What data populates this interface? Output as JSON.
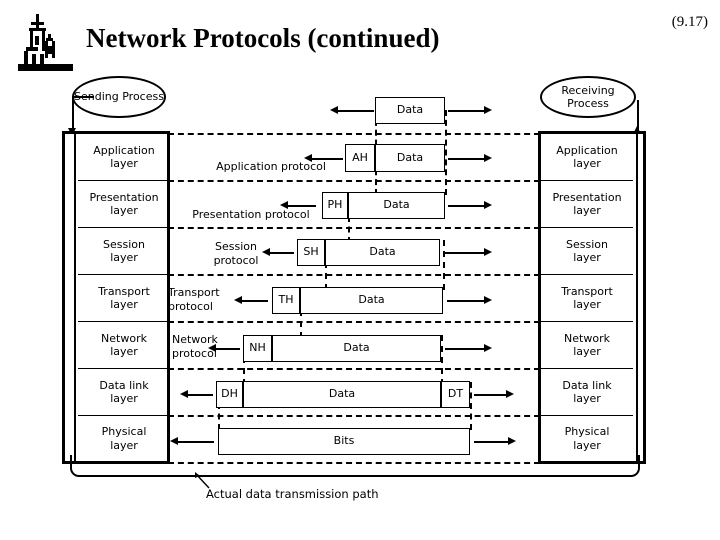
{
  "slide": {
    "title": "Network Protocols (continued)",
    "page_number": "(9.17)",
    "logo_icon": "church-building-logo-icon"
  },
  "diagram": {
    "sending_process": "Sending\nProcess",
    "receiving_process": "Receiving\nProcess",
    "path_caption": "Actual data transmission path",
    "left_stack_label": "sending-host-osi-stack",
    "right_stack_label": "receiving-host-osi-stack",
    "layers": [
      "Application\nlayer",
      "Presentation\nlayer",
      "Session\nlayer",
      "Transport\nlayer",
      "Network\nlayer",
      "Data link\nlayer",
      "Physical\nlayer"
    ],
    "protocol_labels": [
      "Application protocol",
      "Presentation protocol",
      "Session\nprotocol",
      "Transport\nprotocol",
      "Network\nprotocol"
    ],
    "pdu_rows": [
      {
        "name": "process-data",
        "segments": [
          {
            "label": "Data",
            "kind": "payload"
          }
        ]
      },
      {
        "name": "application-pdu",
        "segments": [
          {
            "label": "AH",
            "kind": "header"
          },
          {
            "label": "Data",
            "kind": "payload"
          }
        ]
      },
      {
        "name": "presentation-pdu",
        "segments": [
          {
            "label": "PH",
            "kind": "header"
          },
          {
            "label": "Data",
            "kind": "payload"
          }
        ]
      },
      {
        "name": "session-pdu",
        "segments": [
          {
            "label": "SH",
            "kind": "header"
          },
          {
            "label": "Data",
            "kind": "payload"
          }
        ]
      },
      {
        "name": "transport-pdu",
        "segments": [
          {
            "label": "TH",
            "kind": "header"
          },
          {
            "label": "Data",
            "kind": "payload"
          }
        ]
      },
      {
        "name": "network-pdu",
        "segments": [
          {
            "label": "NH",
            "kind": "header"
          },
          {
            "label": "Data",
            "kind": "payload"
          }
        ]
      },
      {
        "name": "datalink-frame",
        "segments": [
          {
            "label": "DH",
            "kind": "header"
          },
          {
            "label": "Data",
            "kind": "payload"
          },
          {
            "label": "DT",
            "kind": "trailer"
          }
        ]
      },
      {
        "name": "physical-bits",
        "segments": [
          {
            "label": "Bits",
            "kind": "payload"
          }
        ]
      }
    ],
    "colors": {
      "ink": "#000000",
      "paper": "#ffffff"
    }
  }
}
